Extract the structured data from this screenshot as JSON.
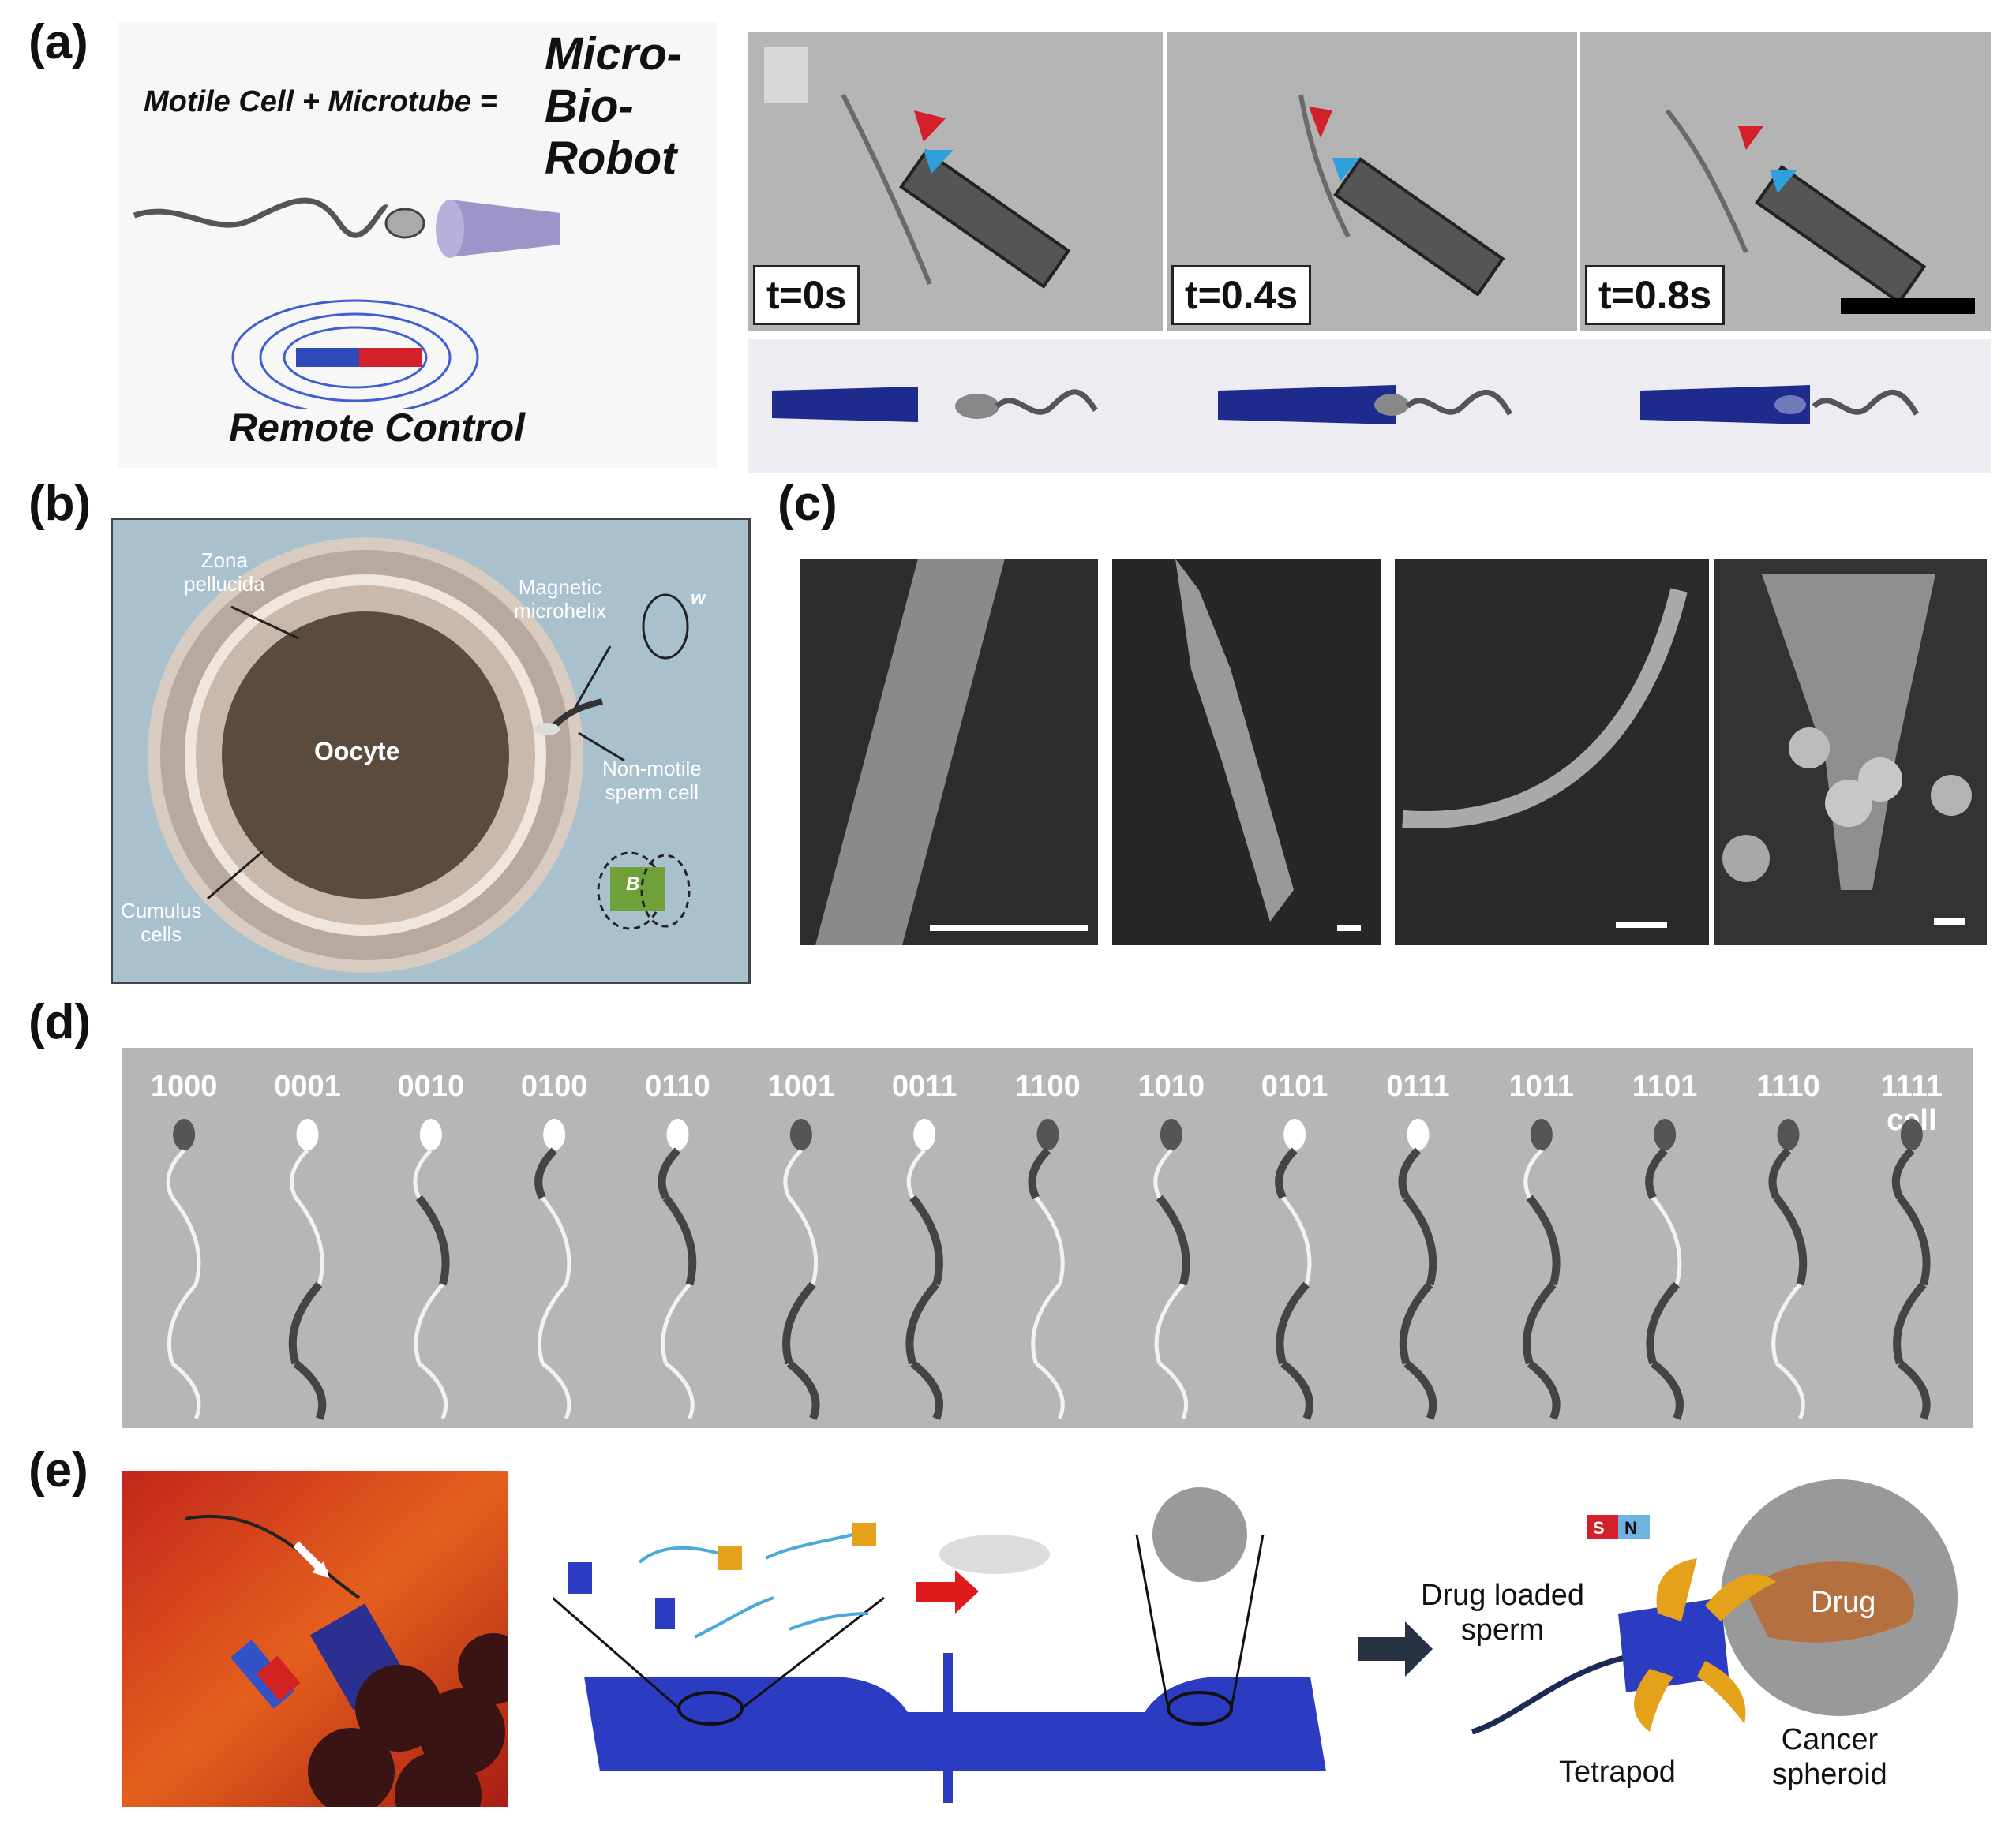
{
  "panel_labels": {
    "a": "(a)",
    "b": "(b)",
    "c": "(c)",
    "d": "(d)",
    "e": "(e)"
  },
  "panel_a": {
    "equation": "Motile Cell + Microtube =",
    "result_line1": "Micro-",
    "result_line2": "Bio-",
    "result_line3": "Robot",
    "remote_control": "Remote Control",
    "frames": [
      "t=0s",
      "t=0.4s",
      "t=0.8s"
    ],
    "colors": {
      "microtube": "#9d95c9",
      "magnet_n": "#2f49b8",
      "magnet_s": "#d3202a",
      "arrow_red": "#d3202a",
      "arrow_blue": "#2ea0dc",
      "tube_dark": "#1e2a8c"
    }
  },
  "panel_b": {
    "zona": "Zona",
    "pellucida": "pellucida",
    "magnetic": "Magnetic",
    "microhelix": "microhelix",
    "oocyte": "Oocyte",
    "non_motile": "Non-motile",
    "sperm_cell": "sperm cell",
    "cumulus": "Cumulus",
    "cells": "cells",
    "w_symbol": "w",
    "b_symbol": "B"
  },
  "panel_d": {
    "codes": [
      "1000",
      "0001",
      "0010",
      "0100",
      "0110",
      "1001",
      "0011",
      "1100",
      "1010",
      "0101",
      "0111",
      "1011",
      "1101",
      "1110",
      "1111 cell"
    ]
  },
  "panel_e": {
    "drug_loaded": "Drug loaded",
    "sperm": "sperm",
    "drug": "Drug",
    "tetrapod": "Tetrapod",
    "cancer": "Cancer",
    "spheroid": "spheroid",
    "magnet_s": "S",
    "magnet_n": "N",
    "colors": {
      "channel": "#2b3bc2",
      "tetrapod": "#e3a21a",
      "drug": "#b5703f",
      "arrow": "#e01b1b"
    }
  }
}
